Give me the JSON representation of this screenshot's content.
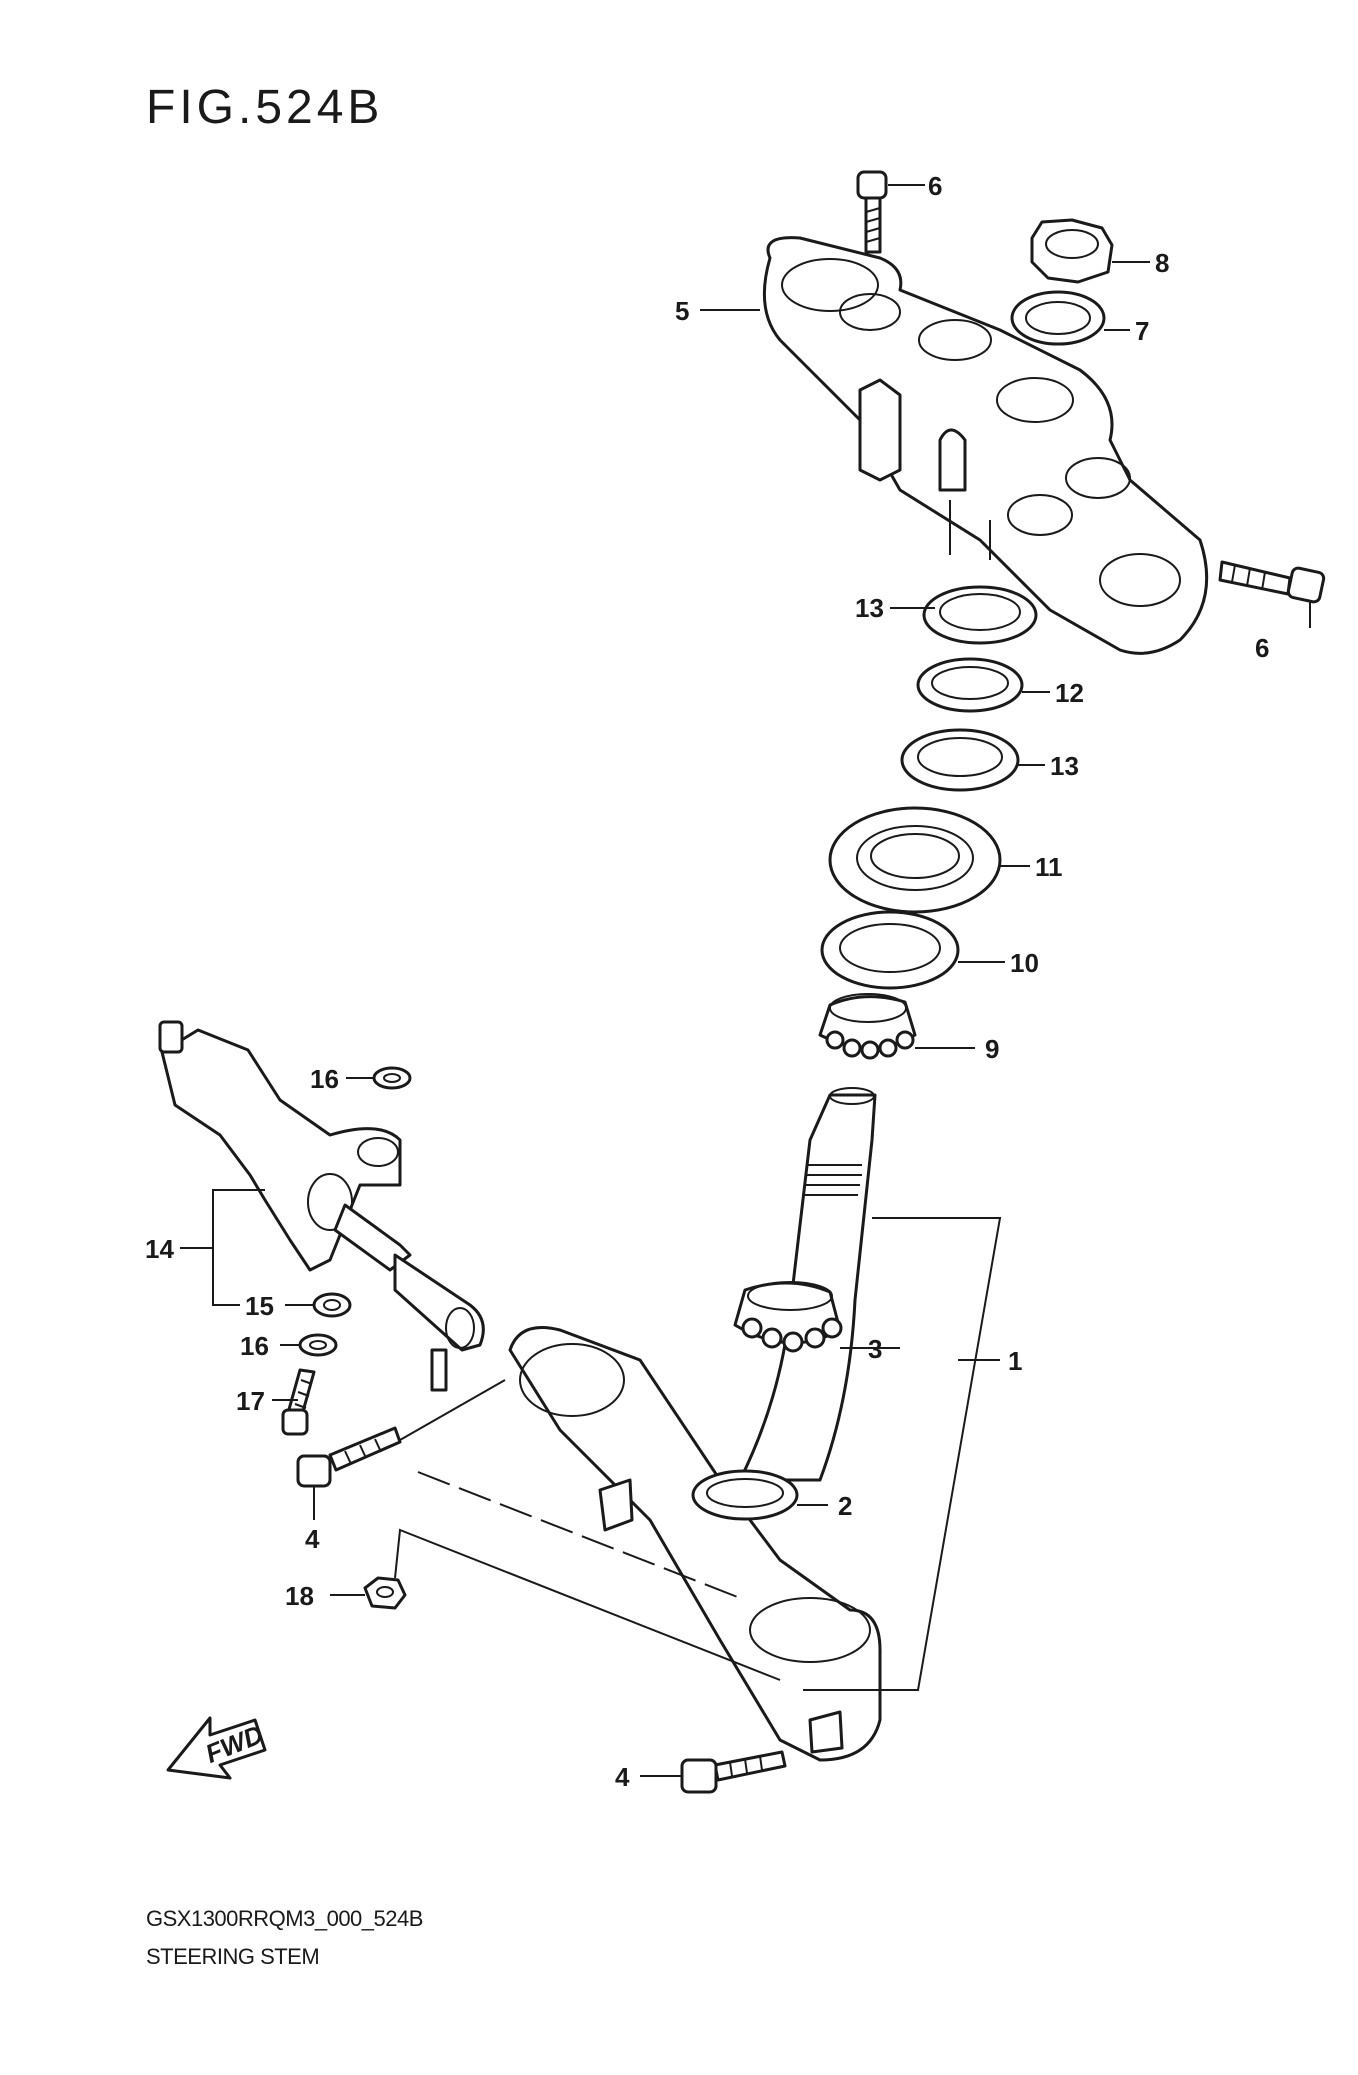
{
  "figure": {
    "title": "FIG.524B"
  },
  "callouts": {
    "c1": "1",
    "c2": "2",
    "c3": "3",
    "c4a": "4",
    "c4b": "4",
    "c5": "5",
    "c6a": "6",
    "c6b": "6",
    "c7": "7",
    "c8": "8",
    "c9": "9",
    "c10": "10",
    "c11": "11",
    "c12": "12",
    "c13a": "13",
    "c13b": "13",
    "c14": "14",
    "c15": "15",
    "c16a": "16",
    "c16b": "16",
    "c17": "17",
    "c18": "18"
  },
  "fwd_label": "FWD",
  "footer": {
    "model_code": "GSX1300RRQM3_000_524B",
    "section_name": "STEERING STEM"
  },
  "colors": {
    "line": "#1a1a1a",
    "background": "#ffffff"
  }
}
